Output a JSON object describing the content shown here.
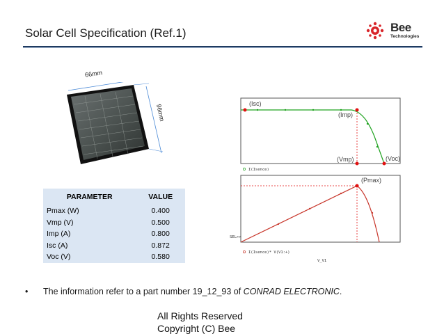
{
  "header": {
    "title": "Solar Cell Specification (Ref.1)",
    "logo_name": "Bee",
    "logo_sub": "Technologies"
  },
  "panel": {
    "width_label": "66mm",
    "height_label": "96mm"
  },
  "table": {
    "headers": [
      "PARAMETER",
      "VALUE"
    ],
    "rows": [
      {
        "param": "Pmax (W)",
        "value": "0.400"
      },
      {
        "param": "Vmp (V)",
        "value": "0.500"
      },
      {
        "param": "Imp (A)",
        "value": "0.800"
      },
      {
        "param": "Isc (A)",
        "value": "0.872"
      },
      {
        "param": "Voc (V)",
        "value": "0.580"
      }
    ]
  },
  "graph": {
    "top_labels": {
      "isc": "(Isc)",
      "imp": "(Imp)",
      "vmp": "(Vmp)",
      "voc": "(Voc)"
    },
    "top_legend": "I(Isence)",
    "bottom_labels": {
      "pmax": "(Pmax)"
    },
    "bottom_legend": "I(Isence)* V(V1:+)",
    "y_tick": "SEL>>",
    "x_label": "V_V1"
  },
  "note": {
    "bullet": "•",
    "prefix": "The information refer to a part number 19_12_93 of ",
    "company": "CONRAD ELECTRONIC",
    "suffix": "."
  },
  "footer": {
    "line1": "All Rights Reserved",
    "line2": "Copyright (C) Bee"
  },
  "colors": {
    "accent": "#1f3a5f",
    "logo_red": "#d9262b",
    "table_bg": "#dbe6f3",
    "curve_green": "#1fa21f",
    "curve_red": "#c8362b",
    "marker_red": "#e11111"
  }
}
